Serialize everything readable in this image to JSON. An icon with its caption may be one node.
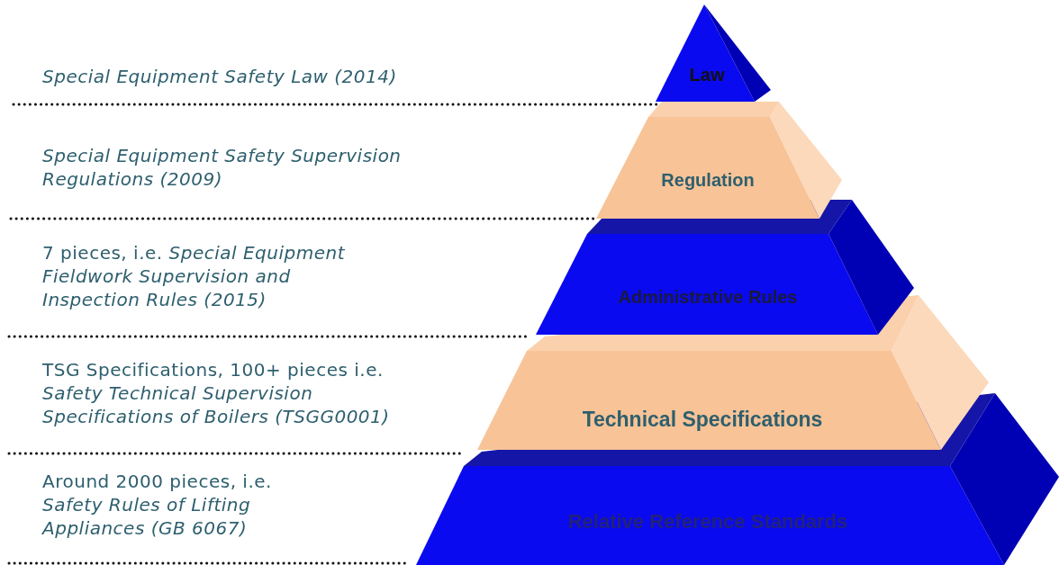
{
  "diagram": {
    "nodes": [
      {
        "text": [
          "Law"
        ]
      },
      {
        "text": [
          "Regulation"
        ]
      },
      {
        "text": [
          "Administrative Rules"
        ]
      },
      {
        "text": [
          "Technical Specifications"
        ]
      },
      {
        "text": [
          "Relative Reference Standards"
        ]
      }
    ],
    "labels": [
      "Special Equipment Safety Law (2014)",
      "Special Equipment Safety Supervision Regulations (2009)",
      "7 pieces, i.e. *Special Equipment Fieldwork Supervision and Inspection Rules (2015)*",
      "TSG Specifications, 100+ pieces i.e. *Safety Technical Supervision Specifications of Boilers (TSGG0001)*",
      "Around 2000 pieces, i.e. *Safety Rules of Lifting Appliances (GB 6067)*"
    ]
  }
}
